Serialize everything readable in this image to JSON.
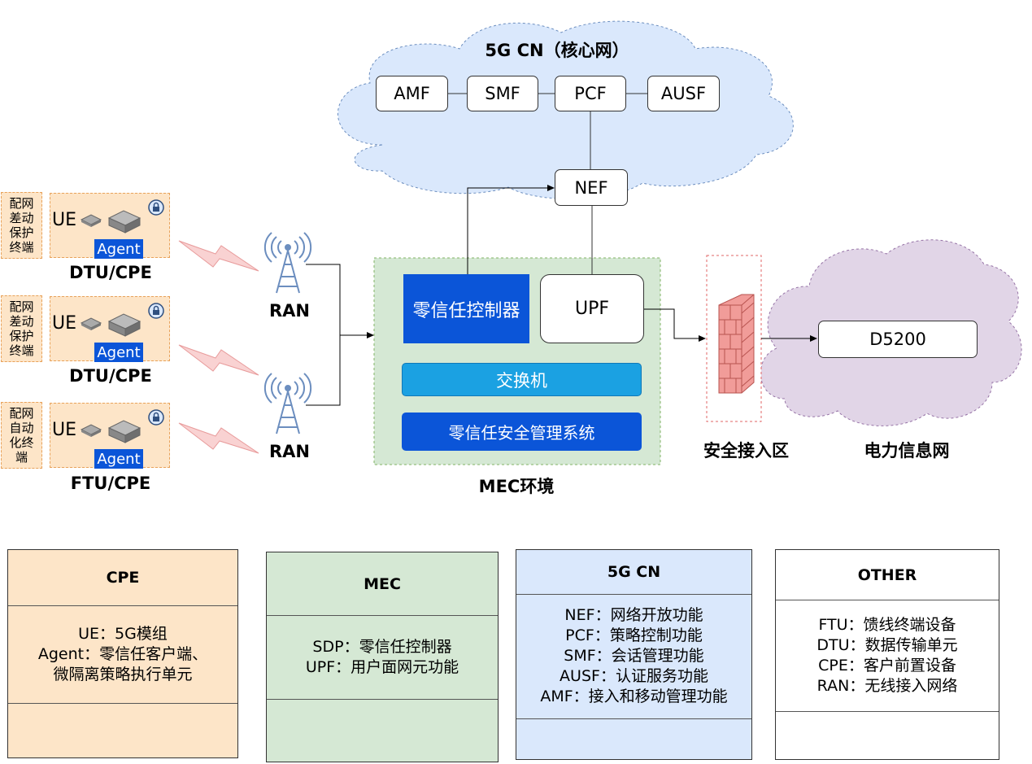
{
  "core": {
    "title": "5G CN（核心网）",
    "functions": [
      "AMF",
      "SMF",
      "PCF",
      "AUSF"
    ],
    "nef": "NEF"
  },
  "terminals": [
    {
      "type": "配网\n差动\n保护\n终端",
      "ue": "UE",
      "agent": "Agent",
      "label": "DTU/CPE"
    },
    {
      "type": "配网\n差动\n保护\n终端",
      "ue": "UE",
      "agent": "Agent",
      "label": "DTU/CPE"
    },
    {
      "type": "配网\n自动\n化终\n端",
      "ue": "UE",
      "agent": "Agent",
      "label": "FTU/CPE"
    }
  ],
  "ran": [
    "RAN",
    "RAN"
  ],
  "mec": {
    "controller": "零信任控制器",
    "upf": "UPF",
    "switch": "交换机",
    "mgmt": "零信任安全管理系统",
    "label": "MEC环境"
  },
  "security_zone": {
    "label": "安全接入区"
  },
  "power_net": {
    "node": "D5200",
    "label": "电力信息网"
  },
  "legend": [
    {
      "title": "CPE",
      "lines": [
        "UE：5G模组",
        "Agent：零信任客户端、",
        "微隔离策略执行单元"
      ]
    },
    {
      "title": "MEC",
      "lines": [
        "SDP：零信任控制器",
        "UPF：用户面网元功能"
      ]
    },
    {
      "title": "5G CN",
      "lines": [
        "NEF：网络开放功能",
        "PCF：策略控制功能",
        "SMF：会话管理功能",
        "AUSF：认证服务功能",
        "AMF：接入和移动管理功能"
      ]
    },
    {
      "title": "OTHER",
      "lines": [
        "FTU：馈线终端设备",
        "DTU：数据传输单元",
        "CPE：客户前置设备",
        "RAN：无线接入网络"
      ]
    }
  ],
  "colors": {
    "cloud_core": "#dae8fc",
    "cloud_power": "#e1d5e7",
    "cpe": "#fde5c8",
    "mec": "#d5e8d4",
    "controller": "#0b55d8",
    "switch": "#1ba1e2",
    "firewall": "#f19c99"
  }
}
